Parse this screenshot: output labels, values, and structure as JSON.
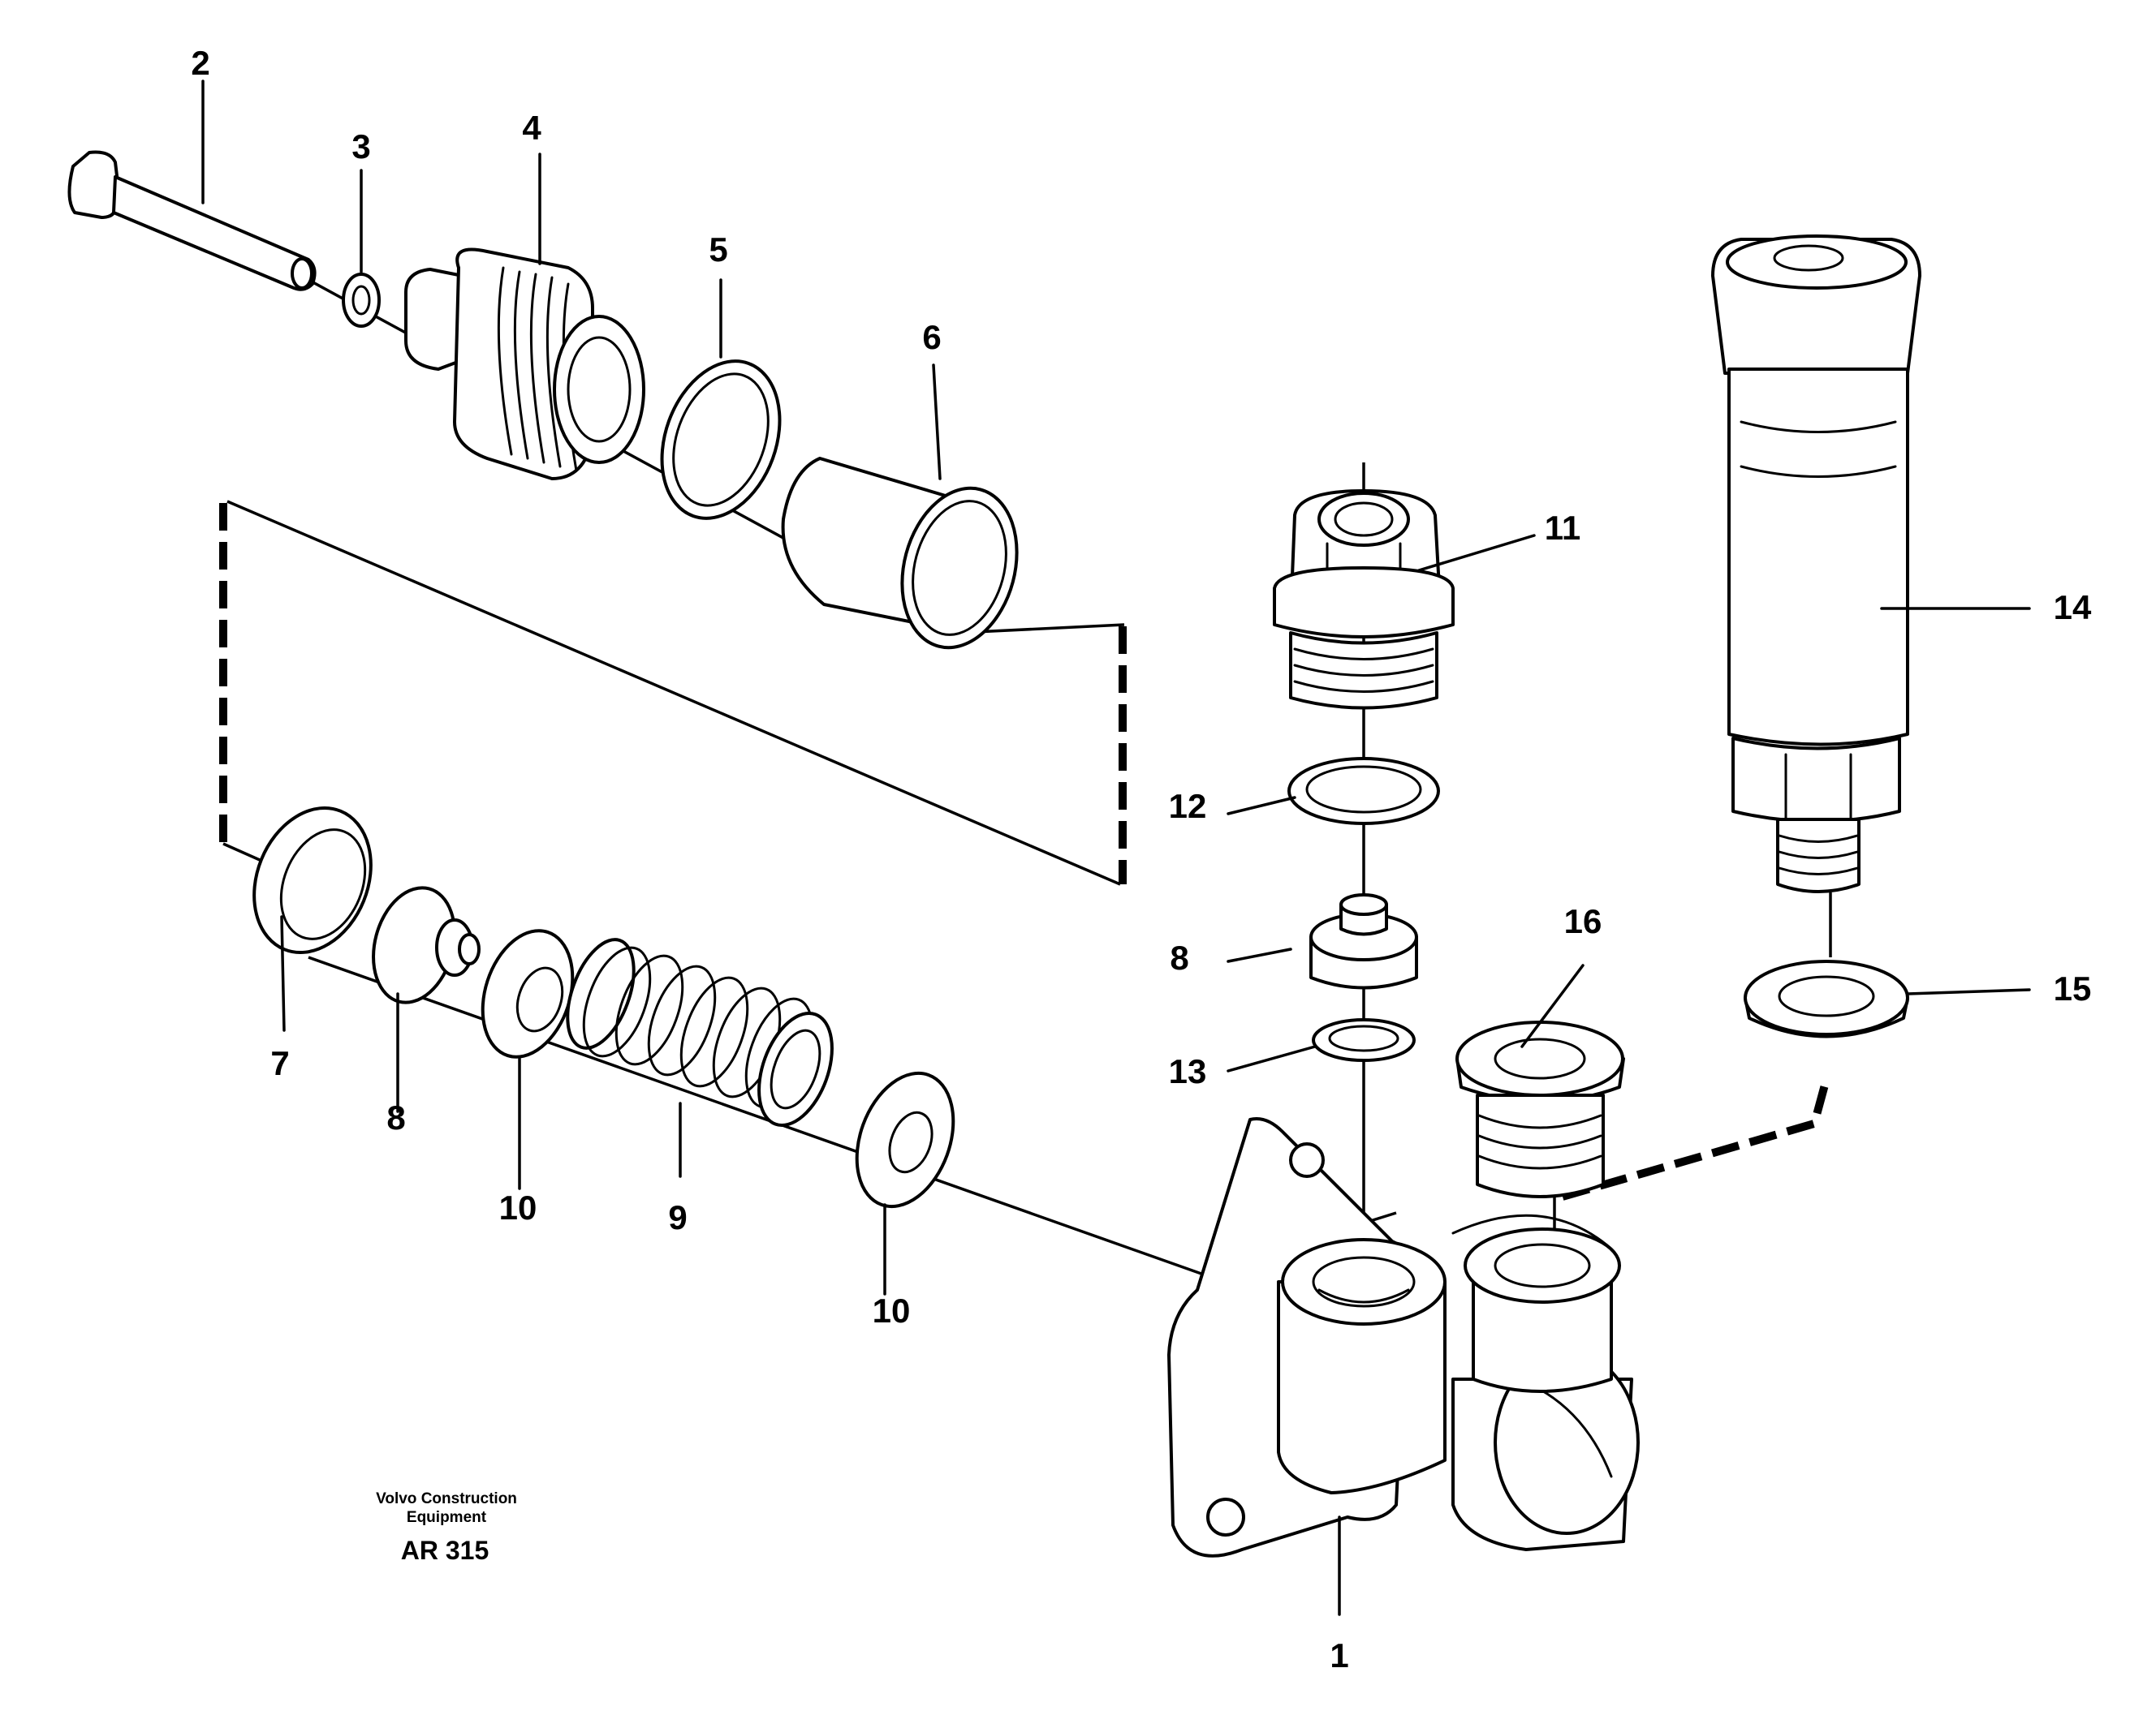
{
  "diagram": {
    "callouts": [
      "1",
      "2",
      "3",
      "4",
      "5",
      "6",
      "7",
      "8",
      "8",
      "9",
      "10",
      "10",
      "11",
      "12",
      "13",
      "14",
      "15",
      "16"
    ]
  },
  "caption": {
    "line1": "Volvo Construction",
    "line2": "Equipment",
    "code": "AR 315"
  }
}
